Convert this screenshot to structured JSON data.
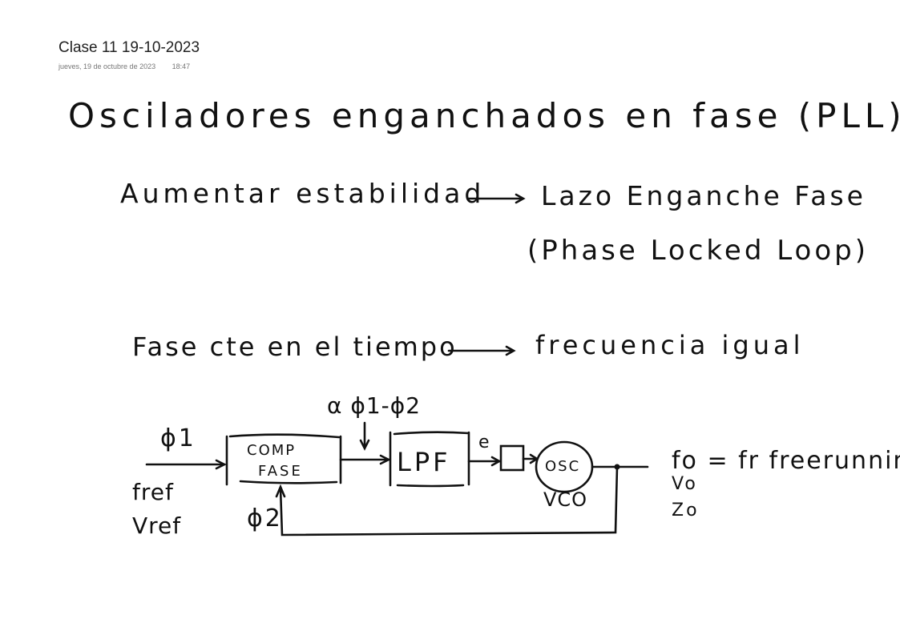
{
  "page": {
    "title": "Clase 11 19-10-2023",
    "date": "jueves, 19 de octubre de 2023",
    "time": "18:47"
  },
  "notes": {
    "heading": "Osciladores enganchados en fase (PLL)",
    "line1_left": "Aumentar estabilidad",
    "line1_right": "Lazo Enganche Fase",
    "line1_paren": "(Phase Locked Loop)",
    "line2_left": "Fase cte en el tiempo",
    "line2_right": "frecuencia igual"
  },
  "diagram": {
    "phi1": "ϕ1",
    "phi2": "ϕ2",
    "fref": "fref",
    "vref": "Vref",
    "comp_line1": "COMP",
    "comp_line2": "FASE",
    "error_label": "α ϕ1-ϕ2",
    "lpf": "LPF",
    "e_label": "e",
    "osc": "OSC",
    "vco": "VCO",
    "fo_label": "fo = fr  freerunning",
    "vo": "Vo",
    "zo": "Zo"
  }
}
